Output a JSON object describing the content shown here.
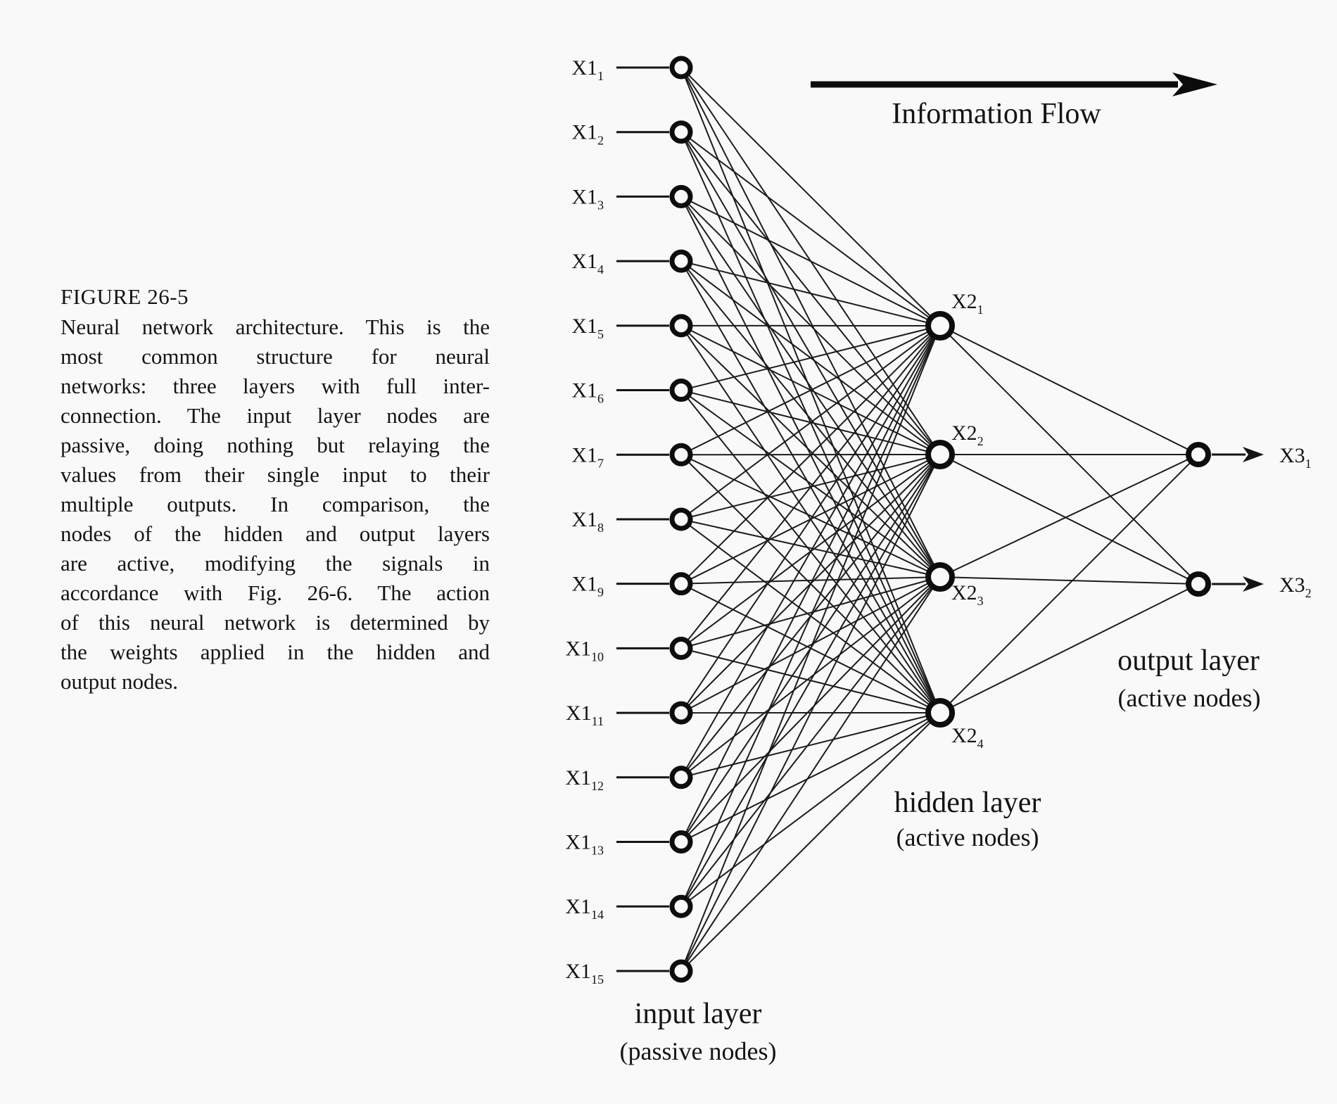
{
  "figure": {
    "background": "#f9f9f9",
    "ink": "#141414",
    "edge_color": "#1c1c1c"
  },
  "caption": {
    "title": "FIGURE 26-5",
    "lines": [
      "Neural network architecture.  This is the",
      "most common structure for neural",
      "networks: three layers with full inter-",
      "connection.  The input layer nodes  are",
      "passive, doing nothing but relaying the",
      "values from their single input to their",
      "multiple outputs.  In comparison, the",
      "nodes of the hidden and output layers",
      "are active, modifying the signals in",
      "accordance with Fig. 26-6.  The action",
      "of this neural network is determined by",
      "the weights applied in the hidden and",
      "output nodes."
    ]
  },
  "info_flow": {
    "label": "Information Flow"
  },
  "network": {
    "input": {
      "node_base": "X1",
      "node_subs": [
        "1",
        "2",
        "3",
        "4",
        "5",
        "6",
        "7",
        "8",
        "9",
        "10",
        "11",
        "12",
        "13",
        "14",
        "15"
      ],
      "layer_label": "input layer",
      "layer_sublabel": "(passive nodes)"
    },
    "hidden": {
      "node_base": "X2",
      "node_subs": [
        "1",
        "2",
        "3",
        "4"
      ],
      "layer_label": "hidden layer",
      "layer_sublabel": "(active nodes)"
    },
    "output": {
      "node_base": "X3",
      "node_subs": [
        "1",
        "2"
      ],
      "layer_label": "output layer",
      "layer_sublabel": "(active nodes)"
    }
  }
}
